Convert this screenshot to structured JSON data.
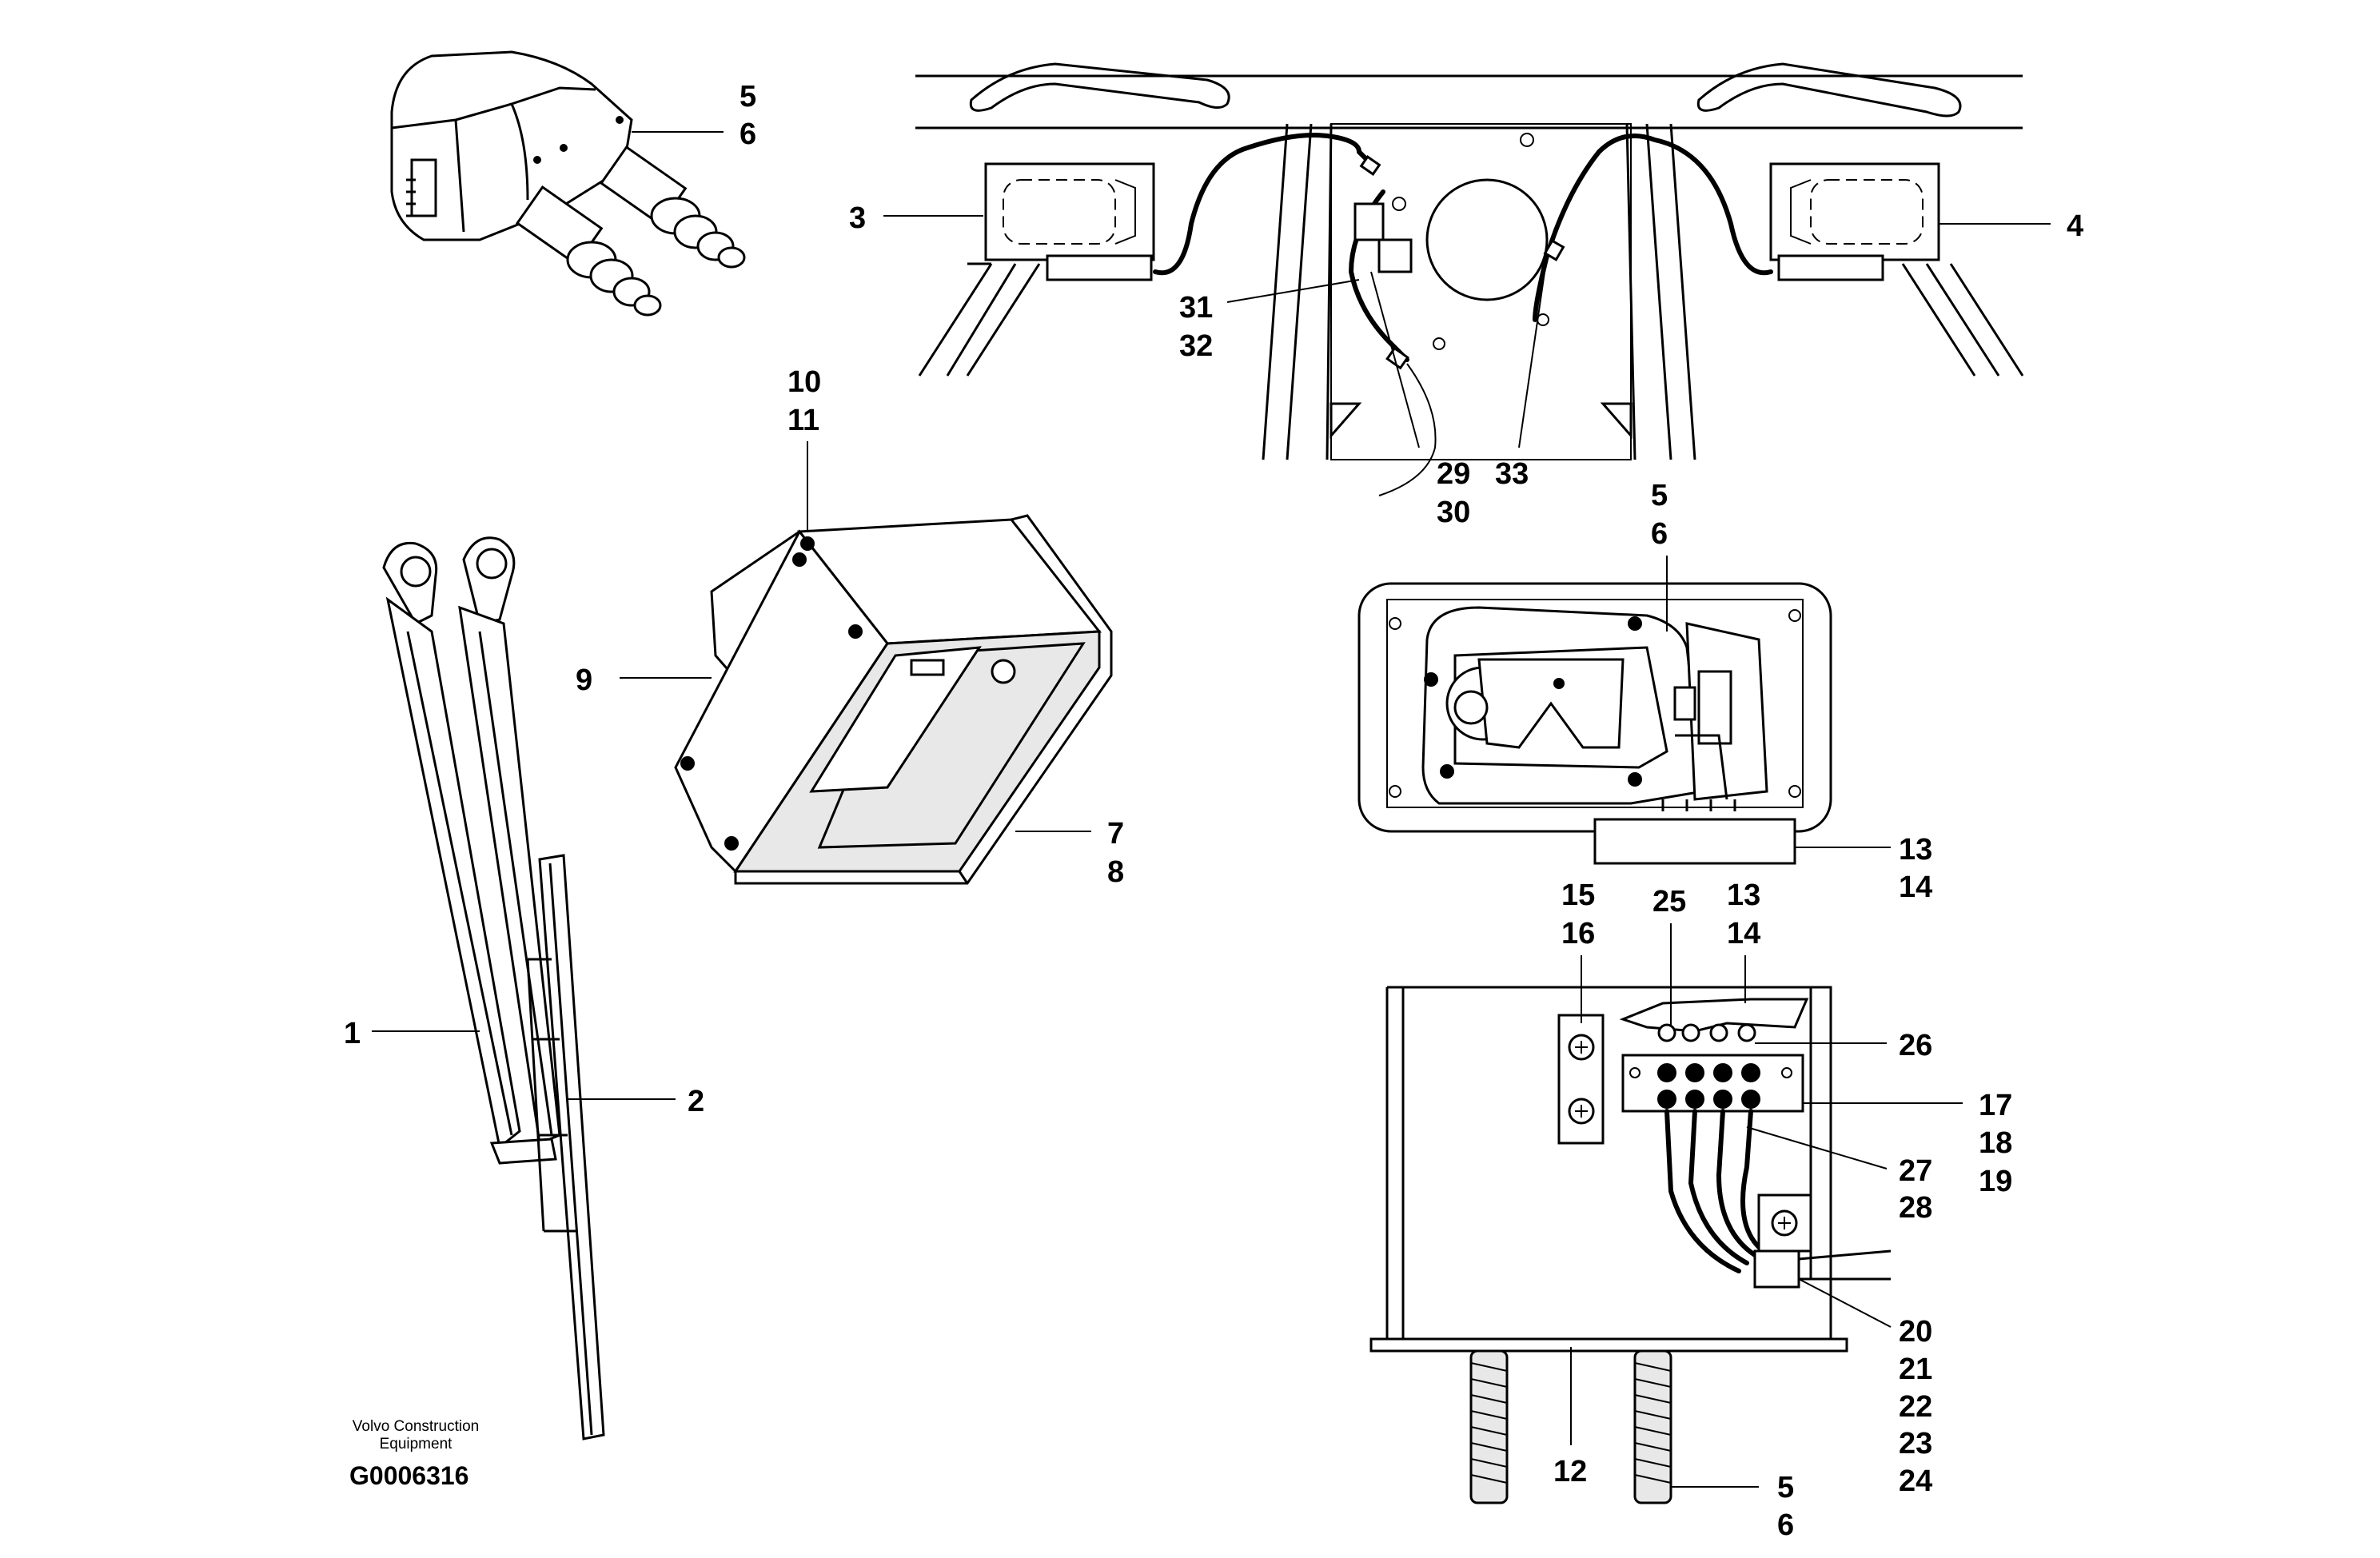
{
  "figure": {
    "caption_line1": "Volvo Construction",
    "caption_line2": "Equipment",
    "figure_id": "G0006316"
  },
  "callouts": {
    "c5a": "5",
    "c6a": "6",
    "c3": "3",
    "c4": "4",
    "c31": "31",
    "c32": "32",
    "c29": "29",
    "c30": "30",
    "c33": "33",
    "c10": "10",
    "c11": "11",
    "c9": "9",
    "c7": "7",
    "c8": "8",
    "c5b": "5",
    "c6b": "6",
    "c13a": "13",
    "c14a": "14",
    "c15": "15",
    "c16": "16",
    "c25": "25",
    "c13b": "13",
    "c14b": "14",
    "c26": "26",
    "c17": "17",
    "c18": "18",
    "c19": "19",
    "c27": "27",
    "c28": "28",
    "c1": "1",
    "c2": "2",
    "c20": "20",
    "c21": "21",
    "c22": "22",
    "c23": "23",
    "c24": "24",
    "c12": "12",
    "c5c": "5",
    "c6c": "6"
  }
}
